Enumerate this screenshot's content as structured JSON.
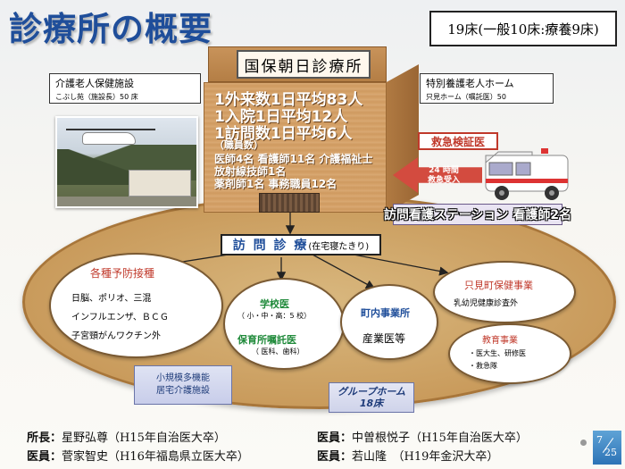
{
  "title": "診療所の概要",
  "beds": "19床(一般10床:療養9床)",
  "clinic": {
    "name": "国保朝日診療所",
    "stats": [
      "1外来数1日平均83人",
      "1入院1日平均12人",
      "1訪問数1日平均6人"
    ],
    "staff_heading": "（職員数）",
    "staff_lines": [
      "医師4名 看護師11名 介護福祉士",
      "放射線技師1名",
      "薬剤師1名 事務職員12名"
    ]
  },
  "facilities": {
    "left": {
      "name": "介護老人保健施設",
      "sub": "こぶし苑（施設長）50 床"
    },
    "right": {
      "name": "特別養護老人ホーム",
      "sub": "只見ホーム（嘱託医）50"
    }
  },
  "emergency": {
    "label": "救急検証医",
    "accept_line1": "24 時間",
    "accept_line2": "救急受入"
  },
  "nurse_station": "訪問看護ステーション 看護師2名",
  "home_visit": {
    "main": "訪 問 診 療",
    "note": "(在宅寝たきり)"
  },
  "vaccination": {
    "title": "各種予防接種",
    "lines": [
      "日脳、ポリオ、三混",
      "インフルエンザ、ＢＣＧ",
      "子宮頸がんワクチン外"
    ]
  },
  "school": {
    "title": "学校医",
    "sub": "（ 小・中・高：5 校）",
    "nursery_title": "保育所嘱託医",
    "nursery_sub": "（ 医科、歯科）"
  },
  "business": {
    "title": "町内事業所",
    "sub": "産業医等"
  },
  "health": {
    "title": "只見町保健事業",
    "sub": "乳幼児健康診査外"
  },
  "education": {
    "title": "教育事業",
    "lines": [
      "・医大生、研修医",
      "・救急隊"
    ]
  },
  "small_facility": {
    "line1": "小規模多機能",
    "line2": "居宅介護施設"
  },
  "group_home": {
    "line1": "グループホーム",
    "line2": "18床"
  },
  "staff_list": [
    {
      "role": "所長：",
      "text": "星野弘尊（H15年自治医大卒）"
    },
    {
      "role": "医員：",
      "text": "中曽根悦子（H15年自治医大卒）"
    },
    {
      "role": "医員：",
      "text": "菅家智史（H16年福島県立医大卒）"
    },
    {
      "role": "医員：",
      "text": "若山隆　（H19年金沢大卒）"
    }
  ],
  "page": {
    "current": "7",
    "total": "25"
  },
  "colors": {
    "title": "#1f4e9a",
    "accent_red": "#c0392b",
    "base": "#c99b5c"
  }
}
